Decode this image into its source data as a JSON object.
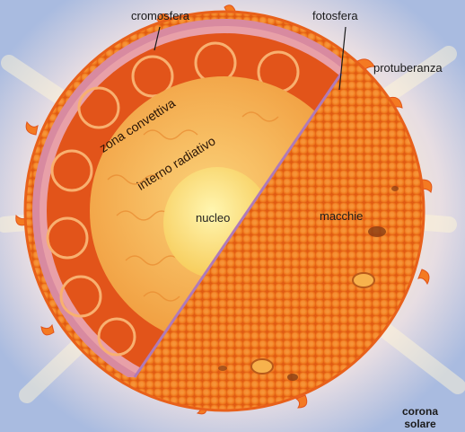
{
  "labels": {
    "cromosfera": "cromosfera",
    "fotosfera": "fotosfera",
    "protuberanza": "protuberanza",
    "zona_convettiva": "zona convettiva",
    "interno_radiativo": "interno radiativo",
    "nucleo": "nucleo",
    "macchie": "macchie",
    "corona_line1": "corona",
    "corona_line2": "solare"
  },
  "colors": {
    "sky_blue": "#9fb3dc",
    "corona_glow": "#fff3c9",
    "photosphere": "#f07a1e",
    "convective_zone": "#e2541a",
    "radiative_interior": "#f6b04a",
    "core": "#fde47a",
    "chromosphere_rim": "#d88aa0",
    "sunspot": "#8a3d14"
  },
  "icons": {
    "convection_arrows": "curved-arrow-icon",
    "sunspots": "sunspot-icon",
    "prominence": "flame-icon"
  }
}
